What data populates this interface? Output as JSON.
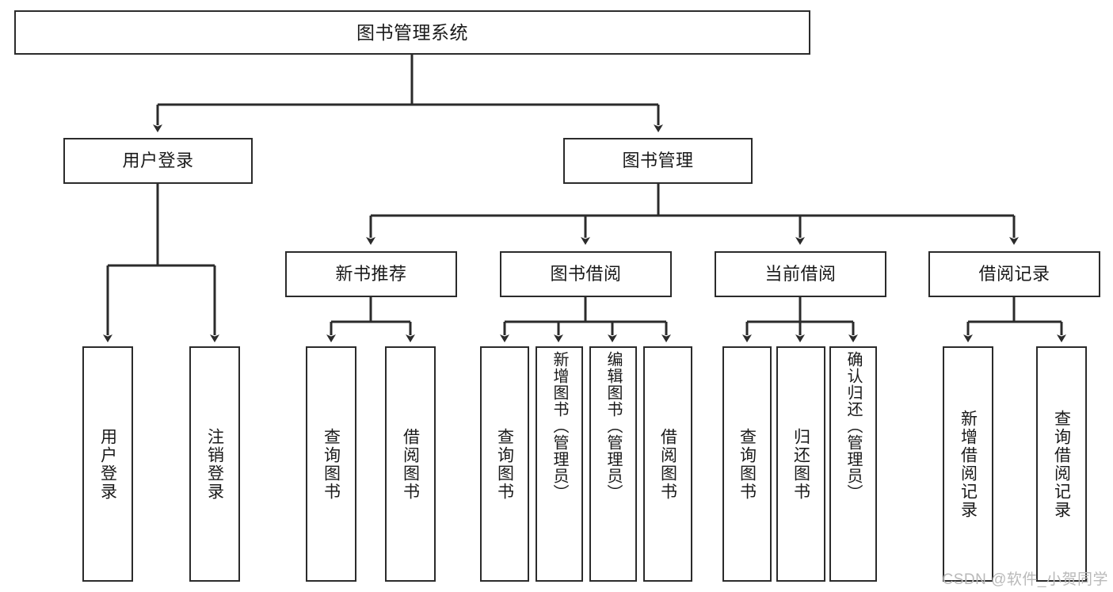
{
  "diagram": {
    "title": "图书管理系统",
    "type": "tree-hierarchy",
    "watermark": "CSDN @软件_小贺同学",
    "colors": {
      "stroke": "#2b2b2b",
      "fill": "#ffffff",
      "text": "#1a1a1a",
      "watermark": "#b9b9b9"
    },
    "nodes": {
      "root": {
        "label": "图书管理系统"
      },
      "level1": [
        {
          "id": "user-login",
          "label": "用户登录"
        },
        {
          "id": "book-management",
          "label": "图书管理"
        }
      ],
      "level2": [
        {
          "id": "new-book-recommend",
          "label": "新书推荐"
        },
        {
          "id": "book-borrow",
          "label": "图书借阅"
        },
        {
          "id": "current-borrow",
          "label": "当前借阅"
        },
        {
          "id": "borrow-record",
          "label": "借阅记录"
        }
      ],
      "leaves": {
        "user-login": [
          {
            "id": "leaf-user-login",
            "label": "用户登录"
          },
          {
            "id": "leaf-logout",
            "label": "注销登录"
          }
        ],
        "new-book-recommend": [
          {
            "id": "leaf-query-book-1",
            "label": "查询图书"
          },
          {
            "id": "leaf-borrow-book-1",
            "label": "借阅图书"
          }
        ],
        "book-borrow": [
          {
            "id": "leaf-query-book-2",
            "label": "查询图书"
          },
          {
            "id": "leaf-add-book",
            "label": "新增图书（管理员）"
          },
          {
            "id": "leaf-edit-book",
            "label": "编辑图书（管理员）"
          },
          {
            "id": "leaf-borrow-book-2",
            "label": "借阅图书"
          }
        ],
        "current-borrow": [
          {
            "id": "leaf-query-book-3",
            "label": "查询图书"
          },
          {
            "id": "leaf-return-book",
            "label": "归还图书"
          },
          {
            "id": "leaf-confirm-return",
            "label": "确认归还（管理员）"
          }
        ],
        "borrow-record": [
          {
            "id": "leaf-add-record",
            "label": "新增借阅记录"
          },
          {
            "id": "leaf-query-record",
            "label": "查询借阅记录"
          }
        ]
      }
    }
  }
}
